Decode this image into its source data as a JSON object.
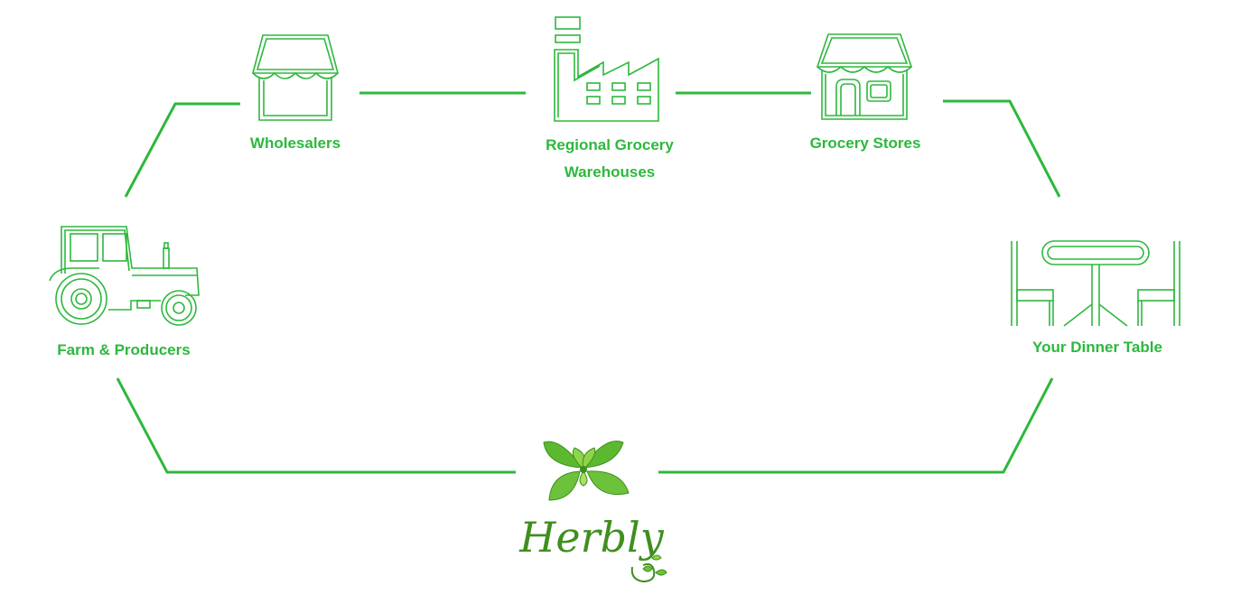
{
  "nodes": {
    "farm": {
      "label": "Farm & Producers",
      "icon": "tractor-icon"
    },
    "wholesalers": {
      "label": "Wholesalers",
      "icon": "market-stall-icon"
    },
    "warehouses": {
      "label_line1": "Regional Grocery",
      "label_line2": "Warehouses",
      "icon": "factory-icon"
    },
    "grocery": {
      "label": "Grocery Stores",
      "icon": "storefront-icon"
    },
    "table": {
      "label": "Your Dinner Table",
      "icon": "dining-table-icon"
    }
  },
  "brand": {
    "name": "Herbly",
    "logo_icon": "mint-leaves-icon"
  },
  "colors": {
    "accent": "#2db83d",
    "brand_dark": "#3f8f1f",
    "leaf_light": "#8fd44a",
    "leaf_mid": "#5cb82e"
  }
}
